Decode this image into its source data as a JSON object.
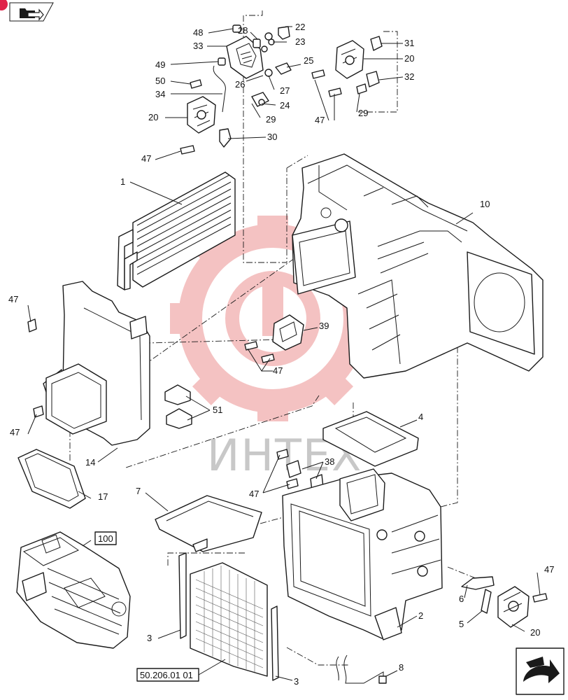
{
  "colors": {
    "watermark": "#f3b8b8",
    "watermark_text": "#c8c8c8",
    "corner_badge": "#e0244a",
    "ink": "#1a1a1a"
  },
  "watermark": {
    "text": "ИНТЕХ"
  },
  "nav": {
    "icon": "folder-arrow-icon"
  },
  "boxed_refs": [
    {
      "label": "100"
    },
    {
      "label": "50.206.01 01"
    }
  ],
  "callouts": [
    {
      "label": "48"
    },
    {
      "label": "28"
    },
    {
      "label": "22"
    },
    {
      "label": "33"
    },
    {
      "label": "23"
    },
    {
      "label": "49"
    },
    {
      "label": "25"
    },
    {
      "label": "50"
    },
    {
      "label": "26"
    },
    {
      "label": "27"
    },
    {
      "label": "34"
    },
    {
      "label": "24"
    },
    {
      "label": "20"
    },
    {
      "label": "29"
    },
    {
      "label": "30"
    },
    {
      "label": "47"
    },
    {
      "label": "31"
    },
    {
      "label": "20"
    },
    {
      "label": "32"
    },
    {
      "label": "47"
    },
    {
      "label": "29"
    },
    {
      "label": "1"
    },
    {
      "label": "10"
    },
    {
      "label": "47"
    },
    {
      "label": "39"
    },
    {
      "label": "47"
    },
    {
      "label": "51"
    },
    {
      "label": "47"
    },
    {
      "label": "14"
    },
    {
      "label": "4"
    },
    {
      "label": "38"
    },
    {
      "label": "47"
    },
    {
      "label": "17"
    },
    {
      "label": "7"
    },
    {
      "label": "47"
    },
    {
      "label": "6"
    },
    {
      "label": "5"
    },
    {
      "label": "2"
    },
    {
      "label": "20"
    },
    {
      "label": "3"
    },
    {
      "label": "8"
    },
    {
      "label": "3"
    }
  ]
}
